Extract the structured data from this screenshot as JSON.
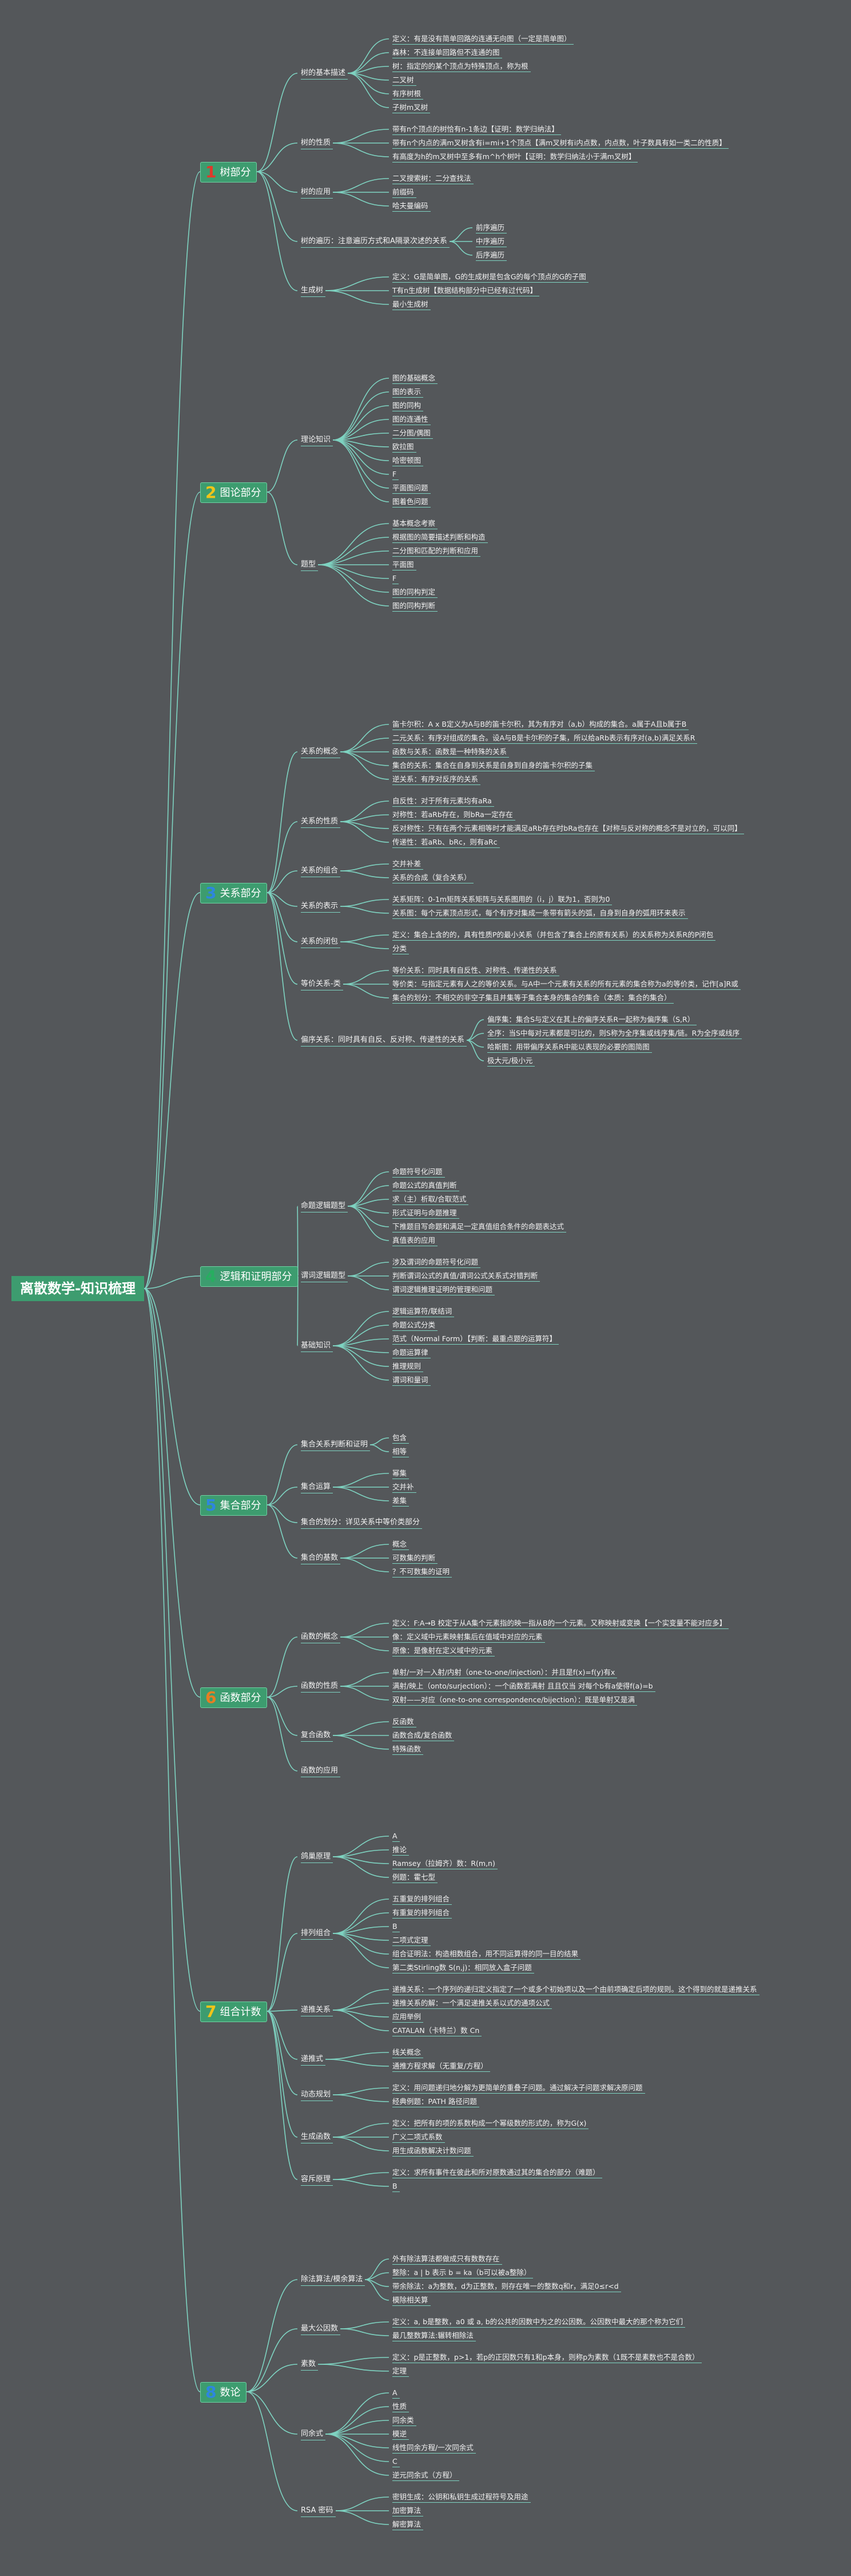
{
  "root": "离散数学-知识梳理",
  "categories": [
    {
      "label": "树部分",
      "num": "1",
      "num_color": "#e0392b",
      "sections": [
        {
          "label": "树的基本描述",
          "items": [
            "定义：有是没有简单回路的连通无向图（一定是简单图）",
            "森林：不连接单回路但不连通的图",
            "树：指定的的某个顶点为特殊顶点，称为根",
            "二叉树",
            "有序树根",
            "子树m叉树"
          ]
        },
        {
          "label": "树的性质",
          "items": [
            "带有n个顶点的树恰有n-1条边【证明：数学归纳法】",
            "带有n个内点的满m叉树含有i=mi+1个顶点【满m叉树有i内点数，内点数，叶子数具有如一类二的性质】",
            "有高度为h的m叉树中至多有m^h个树叶【证明：数学归纳法小于满m叉树】"
          ]
        },
        {
          "label": "树的应用",
          "items": [
            "二叉搜索树：二分查找法",
            "前缀码",
            "哈夫曼编码"
          ]
        },
        {
          "label": "树的遍历：注意遍历方式和A隔录次述的关系",
          "subitems": [
            "前序遍历",
            "中序遍历",
            "后序遍历"
          ]
        },
        {
          "label": "生成树",
          "items": [
            "定义：G是简单图，G的生成树是包含G的每个顶点的G的子图",
            "T有n生成树【数据结构部分中已经有过代码】",
            "最小生成树"
          ]
        }
      ]
    },
    {
      "label": "图论部分",
      "num": "2",
      "num_color": "#f0c419",
      "sections": [
        {
          "label": "理论知识",
          "items": [
            "图的基础概念",
            "图的表示",
            "图的同构",
            "图的连通性",
            "二分图/偶图",
            "欧拉图",
            "哈密顿图",
            "F",
            "平面图问题",
            "图着色问题"
          ]
        },
        {
          "label": "题型",
          "items": [
            "基本概念考察",
            "根据图的简要描述判断和构造",
            "二分图和匹配的判断和应用",
            "平面图",
            "F",
            "图的同构判定",
            "图的同构判断"
          ]
        }
      ]
    },
    {
      "label": "关系部分",
      "num": "3",
      "num_color": "#2e86de",
      "sections": [
        {
          "label": "关系的概念",
          "items": [
            "笛卡尔积：A x B定义为A与B的笛卡尔积，其为有序对（a,b）构成的集合。a属于A且b属于B",
            "二元关系：有序对组成的集合。设A与B是卡尔积的子集，所以给aRb表示有序对(a,b)满足关系R",
            "函数与关系：函数是一种特殊的关系",
            "集合的关系：集合在自身到关系是自身到自身的笛卡尔积的子集",
            "逆关系：有序对反序的关系"
          ]
        },
        {
          "label": "关系的性质",
          "items": [
            "自反性：对于所有元素均有aRa",
            "对称性：若aRb存在，则bRa一定存在",
            "反对称性：只有在两个元素相等时才能满足aRb存在时bRa也存在【对称与反对称的概念不是对立的，可以同】",
            "传递性：若aRb、bRc，则有aRc"
          ]
        },
        {
          "label": "关系的组合",
          "items": [
            "交并补差",
            "关系的合成（复合关系）"
          ]
        },
        {
          "label": "关系的表示",
          "items": [
            "关系矩阵：0-1m矩阵关系矩阵与关系图用的（i，j）联为1，否则为0",
            "关系图：每个元素顶点形式，每个有序对集成一条带有箭头的弧，自身到自身的弧用环来表示"
          ]
        },
        {
          "label": "关系的闭包",
          "items": [
            "定义：集合上含的的，具有性质P的最小关系（并包含了集合上的原有关系）的关系称为关系R的P闭包",
            "分类"
          ]
        },
        {
          "label": "等价关系-类",
          "items": [
            "等价关系：同时具有自反性、对称性、传递性的关系",
            "等价类：与指定元素有人之的等价关系。与A中一个元素有关系的所有元素的集合称为a的等价类，记作[a]R或",
            "集合的划分：不相交的非空子集且并集等于集合本身的集合的集合（本质：集合的集合）"
          ]
        },
        {
          "label": "偏序关系：同时具有自反、反对称、传递性的关系",
          "items": [
            "偏序集：集合S与定义在其上的偏序关系R一起称为偏序集（S,R）",
            "全序：当S中每对元素都是可比的，则S称为全序集或线序集/链。R为全序或线序",
            "哈斯图：用带偏序关系R中能以表现的必要的图简图",
            "极大元/极小元"
          ]
        }
      ]
    },
    {
      "label": "逻辑和证明部分",
      "num": "4",
      "num_color": "#27ae60",
      "sections": [
        {
          "label": "命题逻辑题型",
          "items": [
            "命题符号化问题",
            "命题公式的真值判断",
            "求（主）析取/合取范式",
            "形式证明与命题推理",
            "下推题目写命题和满足一定真值组合条件的命题表达式",
            "真值表的应用"
          ]
        },
        {
          "label": "谓词逻辑题型",
          "items": [
            "涉及谓词的命题符号化问题",
            "判断谓词公式的真值/谓词公式关系式对错判断",
            "谓词逻辑推理证明的管理和问题"
          ]
        },
        {
          "label": "基础知识",
          "items": [
            "逻辑运算符/联结词",
            "命题公式分类",
            "范式（Normal Form）【判断：最重点题的运算符】",
            "命题运算律",
            "推理规则",
            "谓词和量词"
          ]
        }
      ]
    },
    {
      "label": "集合部分",
      "num": "5",
      "num_color": "#2e86de",
      "sections": [
        {
          "label": "集合关系判断和证明",
          "items": [
            "包含",
            "相等"
          ]
        },
        {
          "label": "集合运算",
          "items": [
            "幂集",
            "交并补",
            "差集"
          ]
        },
        {
          "label": "集合的划分：详见关系中等价类部分",
          "items": []
        },
        {
          "label": "集合的基数",
          "items": [
            "概念",
            "可数集的判断",
            "？不可数集的证明"
          ]
        }
      ]
    },
    {
      "label": "函数部分",
      "num": "6",
      "num_color": "#e67e22",
      "sections": [
        {
          "label": "函数的概念",
          "items": [
            "定义：F:A→B 校定于从A集个元素指的映一指从B的一个元素。又称映射或变换【一个实变量不能对应多】",
            "像：定义域中元素映射集后在值域中对应的元素",
            "原像：是像射在定义域中的元素"
          ]
        },
        {
          "label": "函数的性质",
          "items": [
            "单射/一对一入射/内射（one-to-one/injection）：并且是f(x)=f(y)有x",
            "满射/映上（onto/surjection）：一个函数若满射 且且仅当 对每个b有a使得f(a)=b",
            "双射——对应（one-to-one correspondence/bijection）：既是单射又是满"
          ]
        },
        {
          "label": "复合函数",
          "items": [
            "反函数",
            "函数合成/复合函数",
            "特殊函数"
          ]
        },
        {
          "label": "函数的应用",
          "items": []
        }
      ]
    },
    {
      "label": "组合计数",
      "num": "7",
      "num_color": "#f0c419",
      "sections": [
        {
          "label": "鸽巢原理",
          "items": [
            "A",
            "推论",
            "Ramsey（拉姆齐）数：R(m,n)",
            "例题：霍七型"
          ]
        },
        {
          "label": "排列组合",
          "items": [
            "五重复的排列组合",
            "有重复的排列组合",
            "B",
            "二项式定理",
            "组合证明法：构造相数组合，用不同运算得的同一目的结果",
            "第二类Stirling数 S(n,j)：相同放入盒子问题"
          ]
        },
        {
          "label": "递推关系",
          "items": [
            "递推关系：一个序列的递归定义指定了一个或多个初始项以及一个由前项确定后项的规则。这个得到的就是递推关系",
            "递推关系的解：一个满足递推关系以式的通项公式",
            "应用举例",
            "CATALAN（卡特兰）数 Cn"
          ]
        },
        {
          "label": "递推式",
          "items": [
            "线关概念",
            "通推方程求解（无重复/方程）"
          ]
        },
        {
          "label": "动态规划",
          "items": [
            "定义：用问题递归地分解为更简单的重叠子问题。通过解决子问题求解决原问题",
            "经典例题：PATH 路径问题"
          ]
        },
        {
          "label": "生成函数",
          "items": [
            "定义：把所有的项的系数构成一个幂级数的形式的，称为G(x)",
            "广义二项式系数",
            "用生成函数解决计数问题"
          ]
        },
        {
          "label": "容斥原理",
          "items": [
            "定义：求所有事件在彼此和所对原数通过其的集合的部分（难题）",
            "B"
          ]
        }
      ]
    },
    {
      "label": "数论",
      "num": "8",
      "num_color": "#2e86de",
      "sections": [
        {
          "label": "除法算法/模余算法",
          "items": [
            "外有除法算法都做成只有数数存在",
            "整除：a | b 表示 b = ka（b可以被a整除）",
            "带余除法：a为整数，d为正整数，则存在唯一的整数q和r，满足0≤r<d",
            "模除相关算"
          ]
        },
        {
          "label": "最大公因数",
          "items": [
            "定义：a, b是整数，a0 或 a, b的公共的因数中为之的公因数。公因数中最大的那个称为它们",
            "最几整数算法:辗转相除法"
          ]
        },
        {
          "label": "素数",
          "items": [
            "定义：p是正整数，p>1，若p的正因数只有1和p本身，则称p为素数（1既不是素数也不是合数）",
            "定理"
          ]
        },
        {
          "label": "同余式",
          "items": [
            "A",
            "性质",
            "同余类",
            "模逆",
            "线性同余方程/一次同余式",
            "C",
            "逆元同余式（方程）"
          ]
        },
        {
          "label": "RSA 密码",
          "items": [
            "密钥生成：公钥和私钥生成过程符号及用途",
            "加密算法",
            "解密算法"
          ]
        }
      ]
    }
  ]
}
